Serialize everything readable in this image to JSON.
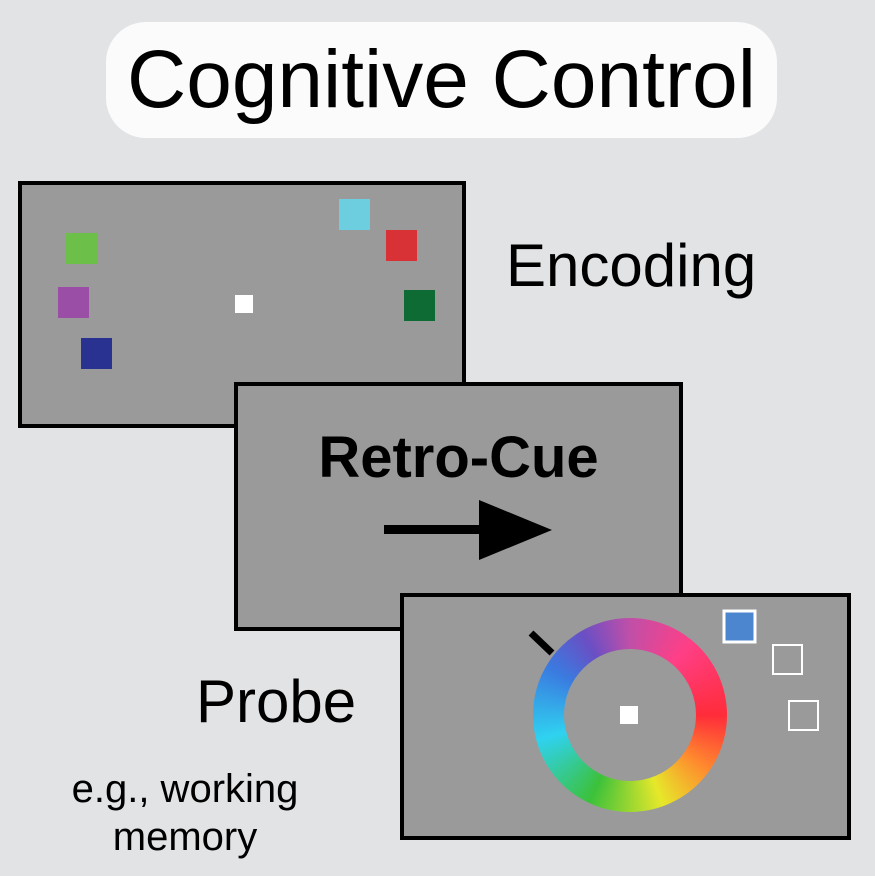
{
  "title": "Cognitive Control",
  "labels": {
    "encoding": "Encoding",
    "retro_cue": "Retro-Cue",
    "probe": "Probe",
    "note_line1": "e.g., working",
    "note_line2": "memory"
  },
  "colors": {
    "background": "#e2e3e5",
    "screen": "#9a9a9a",
    "fixation": "#ffffff",
    "stimuli": [
      "#6cc04a",
      "#9a4ea6",
      "#293290",
      "#6ccedf",
      "#d93236",
      "#0f6b34"
    ],
    "probe_selected": "#4c86cf",
    "wheel_colors": [
      "#ff2c3a",
      "#ff9a2e",
      "#e6e82a",
      "#3cc13a",
      "#2fd2f0",
      "#3a7be0",
      "#7a4fc4",
      "#d03fb8",
      "#ff2c3a"
    ]
  },
  "icons": {
    "cue": "right-arrow-icon",
    "color_wheel": "color-wheel-icon"
  }
}
